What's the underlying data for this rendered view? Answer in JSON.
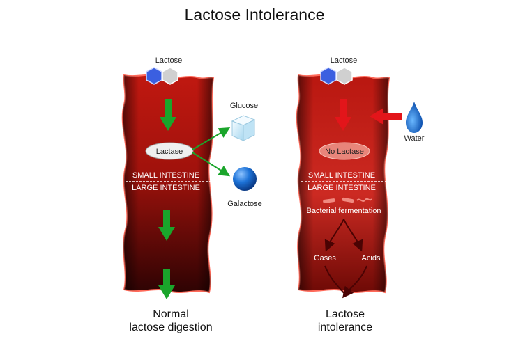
{
  "title": "Lactose Intolerance",
  "left": {
    "lactose_label": "Lactose",
    "enzyme_label": "Lactase",
    "small_intestine": "SMALL INTESTINE",
    "large_intestine": "LARGE INTESTINE",
    "glucose_label": "Glucose",
    "galactose_label": "Galactose",
    "caption_line1": "Normal",
    "caption_line2": "lactose digestion"
  },
  "right": {
    "lactose_label": "Lactose",
    "enzyme_label": "No Lactase",
    "water_label": "Water",
    "small_intestine": "SMALL INTESTINE",
    "large_intestine": "LARGE INTESTINE",
    "fermentation_label": "Bacterial fermentation",
    "gases_label": "Gases",
    "acids_label": "Acids",
    "caption_line1": "Lactose",
    "caption_line2": "intolerance"
  },
  "colors": {
    "intestine_dark": "#3a0404",
    "intestine_red": "#c41a12",
    "green_arrow": "#1aa52b",
    "red_arrow": "#e3151a",
    "hex_blue": "#3b5fe0",
    "hex_gray": "#d0d0d0",
    "water_blue": "#1d6fd1"
  }
}
